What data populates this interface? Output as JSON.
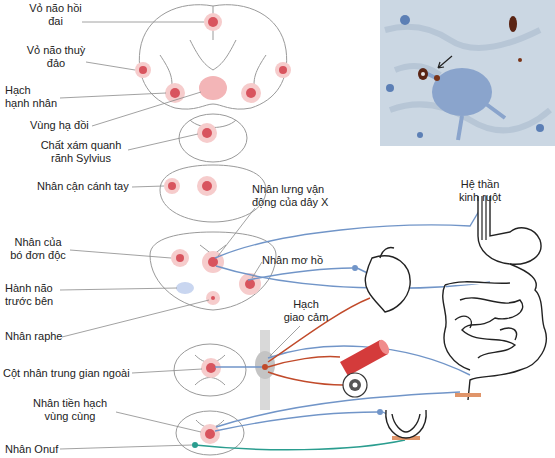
{
  "diagram": {
    "labels": [
      "Vỏ não hồi đai",
      "Vỏ não thuỳ đảo",
      "Hạch hạnh nhân",
      "Vùng hạ đồi",
      "Chất xám quanh rãnh Sylvius",
      "Nhân cận cánh tay",
      "Nhân lưng vận động của dây X",
      "Nhân của bó đơn độc",
      "Nhân mơ hồ",
      "Hành não trước bên",
      "Hạch giao cảm",
      "Nhân raphe",
      "Cột nhân trung gian ngoài",
      "Nhân tiền hạch vùng cùng",
      "Nhân Onuf",
      "Hệ thần kinh ruột"
    ]
  }
}
